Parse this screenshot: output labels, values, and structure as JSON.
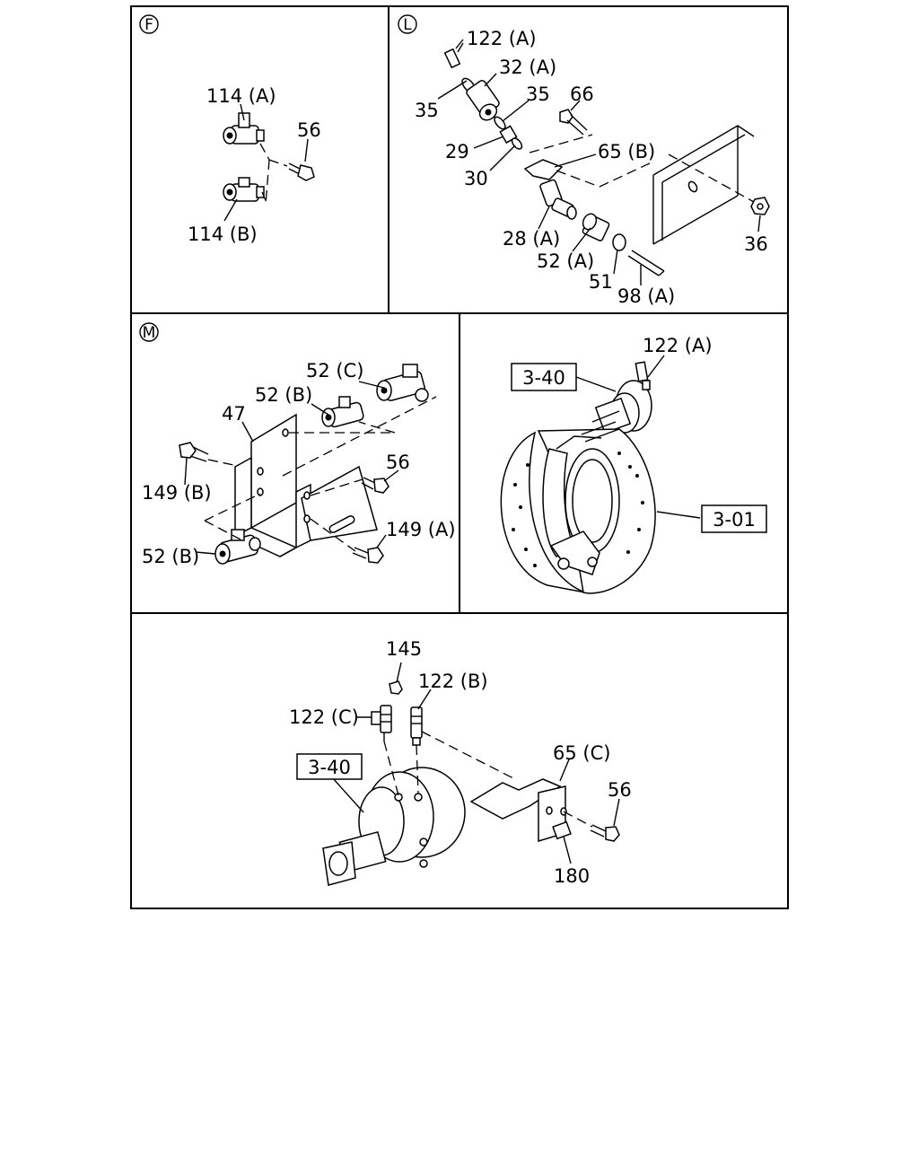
{
  "panels": {
    "F": {
      "badge": "F",
      "labels": {
        "p114a": "114 (A)",
        "p56": "56",
        "p114b": "114 (B)"
      }
    },
    "L": {
      "badge": "L",
      "labels": {
        "p122a": "122 (A)",
        "p32a": "32 (A)",
        "p35a": "35",
        "p35b": "35",
        "p66": "66",
        "p29": "29",
        "p30": "30",
        "p65b": "65 (B)",
        "p28a": "28 (A)",
        "p52a": "52 (A)",
        "p51": "51",
        "p98a": "98 (A)",
        "p36": "36"
      }
    },
    "M": {
      "badge": "M",
      "labels": {
        "p52c": "52 (C)",
        "p52b_top": "52 (B)",
        "p47": "47",
        "p56": "56",
        "p149b": "149 (B)",
        "p149a": "149 (A)",
        "p52b_bottom": "52 (B)"
      }
    },
    "brake": {
      "labels": {
        "p122a": "122 (A)",
        "ref340": "3-40",
        "ref301": "3-01"
      }
    },
    "chamber": {
      "labels": {
        "p145": "145",
        "p122b": "122 (B)",
        "p122c": "122 (C)",
        "ref340": "3-40",
        "p65c": "65 (C)",
        "p56": "56",
        "p180": "180"
      }
    }
  }
}
